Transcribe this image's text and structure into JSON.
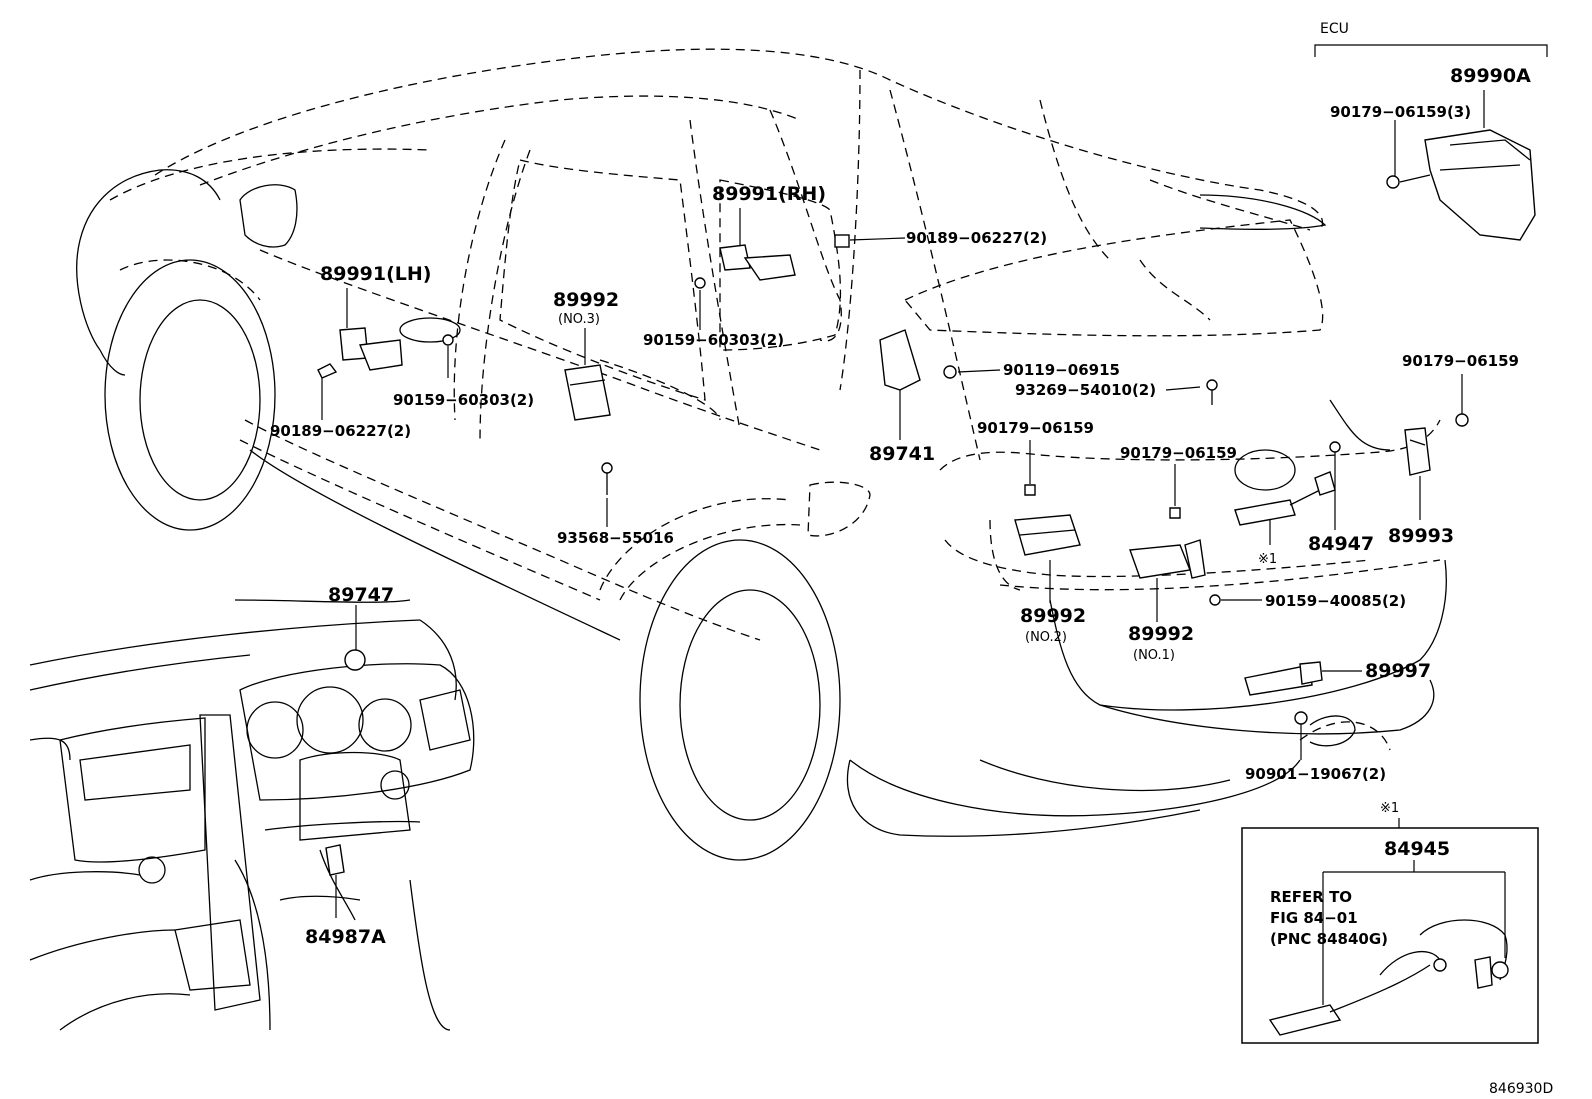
{
  "diagram_code": "846930D",
  "ecu_header": "ECU",
  "labels": {
    "p89990A": "89990A",
    "p90179_06159_3": "90179−06159(3)",
    "p89991RH": "89991(RH)",
    "p90189_06227_2_top": "90189−06227(2)",
    "p89991LH": "89991(LH)",
    "p89992_no3": "89992",
    "p89992_no3_sub": "(NO.3)",
    "p90159_60303_2_mid": "90159−60303(2)",
    "p90159_60303_2_left": "90159−60303(2)",
    "p90189_06227_2_left": "90189−06227(2)",
    "p90119_06915": "90119−06915",
    "p93269_54010_2": "93269−54010(2)",
    "p90179_06159_right": "90179−06159",
    "p89741": "89741",
    "p90179_06159_a": "90179−06159",
    "p90179_06159_b": "90179−06159",
    "p93568_55016": "93568−55016",
    "p84947": "84947",
    "p89993": "89993",
    "note_mark_a": "※1",
    "p89992_no2": "89992",
    "p89992_no2_sub": "(NO.2)",
    "p89992_no1": "89992",
    "p89992_no1_sub": "(NO.1)",
    "p90159_40085_2": "90159−40085(2)",
    "p89997": "89997",
    "p90901_19067_2": "90901−19067(2)",
    "p89747": "89747",
    "p84987A": "84987A",
    "note_mark_b": "※1",
    "p84945": "84945",
    "refer_line1": "REFER TO",
    "refer_line2": "FIG 84−01",
    "refer_line3": "(PNC 84840G)"
  }
}
